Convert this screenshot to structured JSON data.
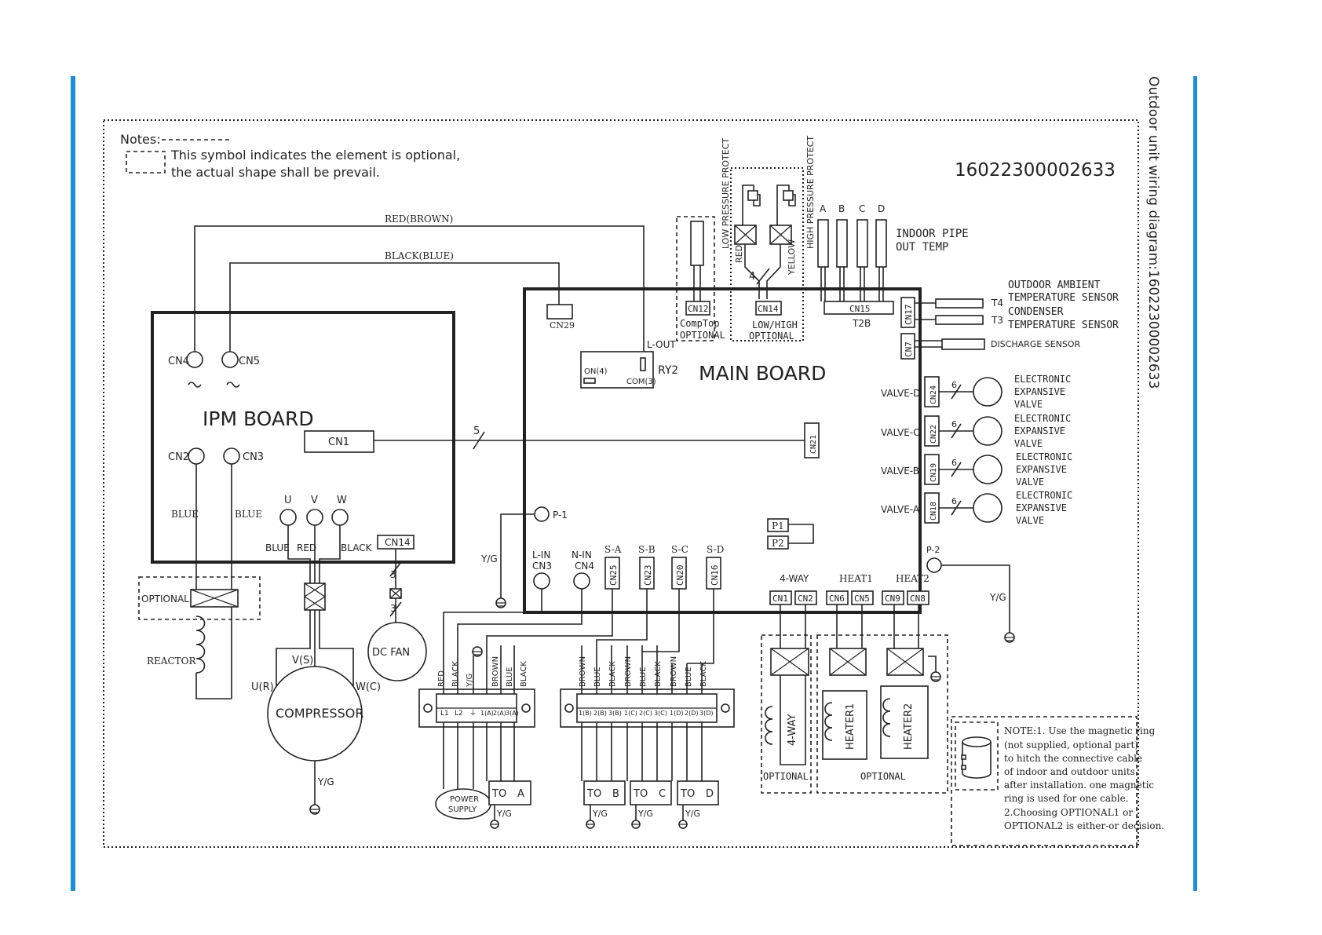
{
  "doc": {
    "side_title": "Outdoor unit wiring diagram:16022300002633",
    "part_number": "16022300002633",
    "accent_color": "#1a8fd8"
  },
  "notes": {
    "title": "Notes:",
    "line1": "This symbol indicates the element is  optional,",
    "line2": "the actual shape shall be prevail."
  },
  "wires": {
    "red_brown": "RED(BROWN)",
    "black_blue": "BLACK(BLUE)",
    "cn29": "CN29",
    "five": "5"
  },
  "ipm": {
    "title": "IPM BOARD",
    "cn4": "CN4",
    "cn5": "CN5",
    "cn2": "CN2",
    "cn3": "CN3",
    "cn1": "CN1",
    "u": "U",
    "v": "V",
    "w": "W",
    "blue_left": "BLUE",
    "blue_right": "BLUE",
    "blue": "BLUE",
    "red": "RED",
    "black": "BLACK",
    "cn14": "CN14",
    "three": "3"
  },
  "lower_left": {
    "optional": "OPTIONAL",
    "reactor": "REACTOR",
    "compressor": "COMPRESSOR",
    "vs": "V(S)",
    "ur": "U(R)",
    "wc": "W(C)",
    "yg": "Y/G",
    "dc_fan": "DC FAN"
  },
  "top_components": {
    "low_pressure": "LOW PRESSURE PROTECT",
    "high_pressure": "HIGH PRESSURE PROTECT",
    "red": "RED",
    "yellow": "YELLOW",
    "four": "4",
    "abcd": [
      "A",
      "B",
      "C",
      "D"
    ],
    "indoor_pipe_1": "INDOOR PIPE",
    "indoor_pipe_2": "OUT TEMP"
  },
  "main": {
    "title": "MAIN BOARD",
    "cn12": "CN12",
    "comptop": "CompTop",
    "optional": "OPTIONAL",
    "cn14": "CN14",
    "low_high": "LOW/HIGH",
    "optional2": "OPTIONAL",
    "cn15": "CN15",
    "t2b": "T2B",
    "cn17": "CN17",
    "cn7": "CN7",
    "l_out": "L-OUT",
    "on4": "ON(4)",
    "com3": "COM(3)",
    "ry2": "RY2",
    "cn21": "CN21",
    "p1_label": "P-1",
    "p1": "P1",
    "p2": "P2",
    "p2_label": "P-2",
    "yg_left": "Y/G",
    "yg_right": "Y/G",
    "l_in": "L-IN",
    "cn3": "CN3",
    "n_in": "N-IN",
    "cn4": "CN4",
    "sa": "S-A",
    "sb": "S-B",
    "sc": "S-C",
    "sd": "S-D",
    "cn25": "CN25",
    "cn23": "CN23",
    "cn20": "CN20",
    "cn16": "CN16",
    "four_way": "4-WAY",
    "heat1": "HEAT1",
    "heat2": "HEAT2",
    "cn1": "CN1",
    "cn2": "CN2",
    "cn6": "CN6",
    "cn5": "CN5",
    "cn9": "CN9",
    "cn8": "CN8"
  },
  "sensors": {
    "t4": "T4",
    "t3": "T3",
    "outdoor_ambient_1": "OUTDOOR AMBIENT",
    "outdoor_ambient_2": "TEMPERATURE SENSOR",
    "condenser_1": "CONDENSER",
    "condenser_2": "TEMPERATURE SENSOR",
    "discharge": "DISCHARGE SENSOR"
  },
  "valves": [
    {
      "label": "VALVE-D",
      "cn": "CN24",
      "count": "6",
      "desc": [
        "ELECTRONIC",
        "EXPANSIVE",
        "VALVE"
      ]
    },
    {
      "label": "VALVE-C",
      "cn": "CN22",
      "count": "6",
      "desc": [
        "ELECTRONIC",
        "EXPANSIVE",
        "VALVE"
      ]
    },
    {
      "label": "VALVE-B",
      "cn": "CN19",
      "count": "6",
      "desc": [
        "ELECTRONIC",
        "EXPANSIVE",
        "VALVE"
      ]
    },
    {
      "label": "VALVE-A",
      "cn": "CN18",
      "count": "6",
      "desc": [
        "ELECTRONIC",
        "EXPANSIVE",
        "VALVE"
      ]
    }
  ],
  "terminal_left": {
    "wire_colors": [
      "RED",
      "BLACK",
      "Y/G",
      "BROWN",
      "BLUE",
      "BLACK"
    ],
    "terms": [
      "L1",
      "L2",
      "⏚",
      "1(A)",
      "2(A)",
      "3(A)"
    ],
    "power_1": "POWER",
    "power_2": "SUPPLY",
    "to": "TO",
    "a": "A",
    "yg": "Y/G"
  },
  "terminal_right": {
    "wire_colors": [
      "BROWN",
      "BLUE",
      "BLACK",
      "BROWN",
      "BLUE",
      "BLACK",
      "BROWN",
      "BLUE",
      "BLACK"
    ],
    "terms": [
      "1(B)",
      "2(B)",
      "3(B)",
      "1(C)",
      "2(C)",
      "3(C)",
      "1(D)",
      "2(D)",
      "3(D)"
    ],
    "to": [
      "TO",
      "TO",
      "TO"
    ],
    "letters": [
      "B",
      "C",
      "D"
    ],
    "yg": "Y/G"
  },
  "heaters": {
    "four_way": "4-WAY",
    "heater1": "HEATER1",
    "heater2": "HEATER2",
    "optional1": "OPTIONAL",
    "optional2": "OPTIONAL"
  },
  "note_box": {
    "lines": [
      "NOTE:1. Use the magnetic ring",
      "(not supplied, optional part)",
      "to hitch the connective cable",
      "of indoor and outdoor units",
      "after installation. one magnetic",
      " ring is used for one cable.",
      "2.Choosing  OPTIONAL1 or",
      "OPTIONAL2 is either-or decision."
    ]
  }
}
